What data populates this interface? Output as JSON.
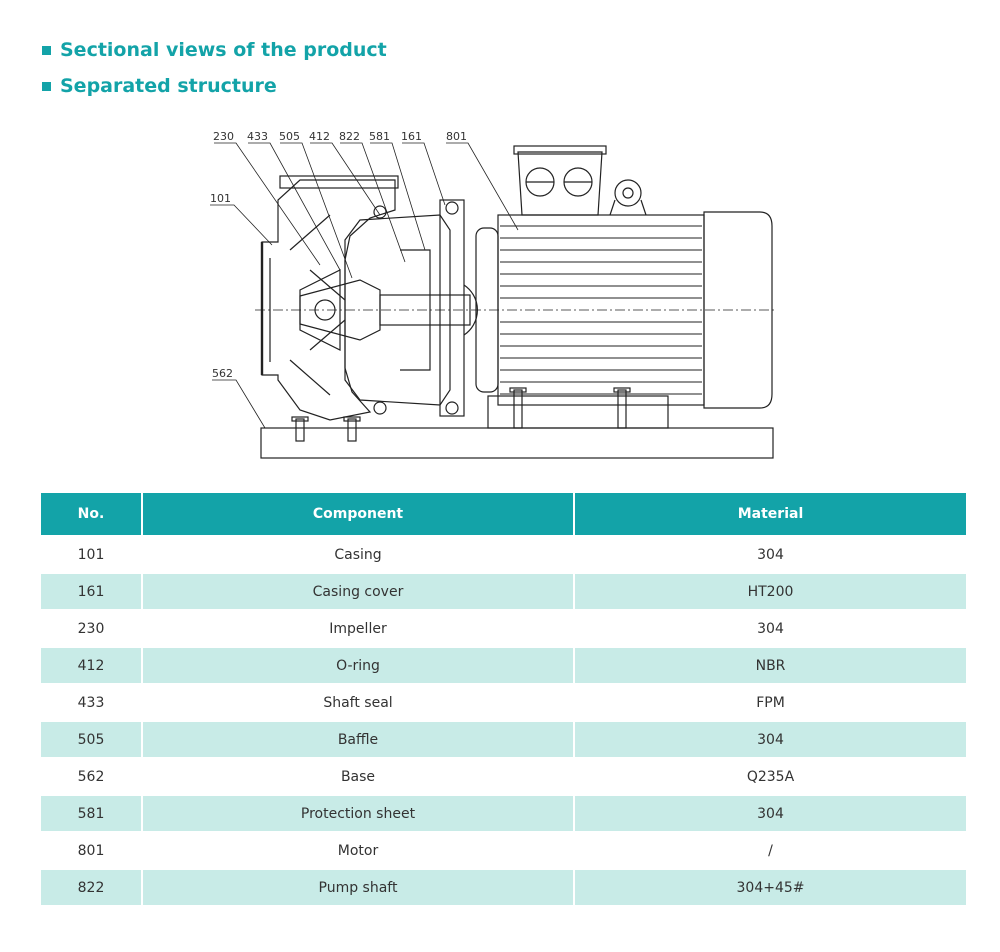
{
  "headings": {
    "sectional": "Sectional views of the product",
    "separated": "Separated structure"
  },
  "drawing_labels": [
    "230",
    "433",
    "505",
    "412",
    "822",
    "581",
    "161",
    "801",
    "101",
    "562"
  ],
  "table": {
    "headers": [
      "No.",
      "Component",
      "Material"
    ],
    "rows": [
      {
        "no": "101",
        "component": "Casing",
        "material": "304"
      },
      {
        "no": "161",
        "component": "Casing cover",
        "material": "HT200"
      },
      {
        "no": "230",
        "component": "Impeller",
        "material": "304"
      },
      {
        "no": "412",
        "component": "O-ring",
        "material": "NBR"
      },
      {
        "no": "433",
        "component": "Shaft seal",
        "material": "FPM"
      },
      {
        "no": "505",
        "component": "Baffle",
        "material": "304"
      },
      {
        "no": "562",
        "component": "Base",
        "material": "Q235A"
      },
      {
        "no": "581",
        "component": "Protection sheet",
        "material": "304"
      },
      {
        "no": "801",
        "component": "Motor",
        "material": "/"
      },
      {
        "no": "822",
        "component": "Pump shaft",
        "material": "304+45#"
      }
    ]
  },
  "colors": {
    "accent": "#13a3a8",
    "row_alt": "#c8ebe7"
  }
}
